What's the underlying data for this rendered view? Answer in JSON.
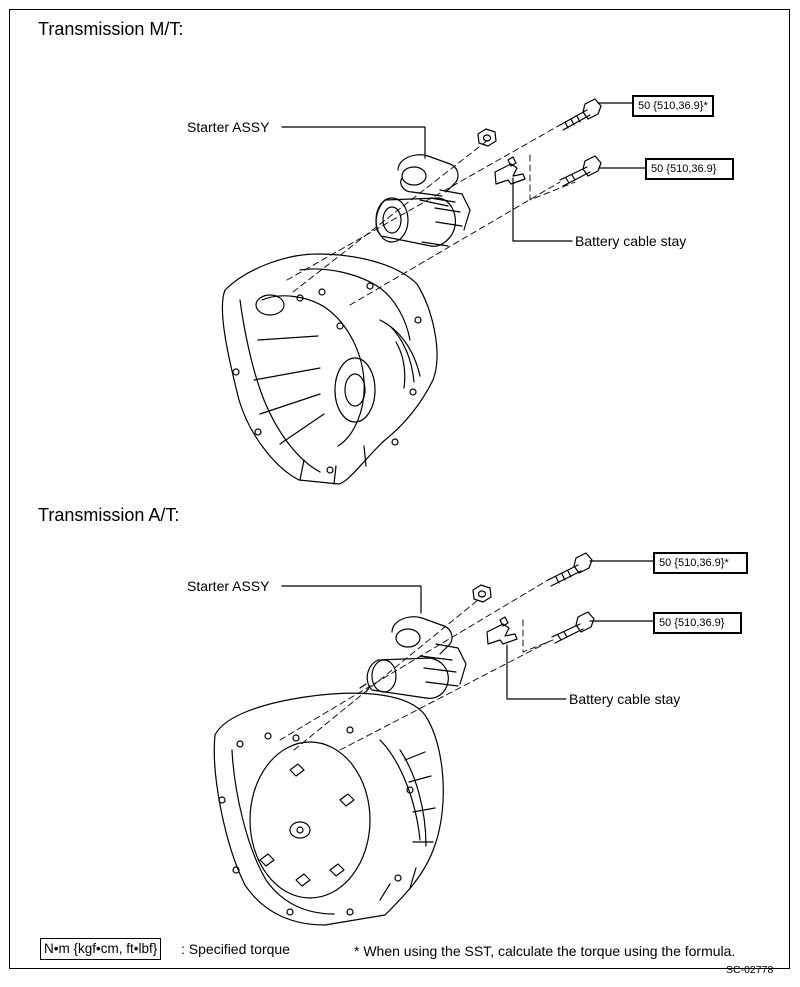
{
  "sections": {
    "mt": {
      "title": "Transmission M/T:",
      "starter_label": "Starter ASSY",
      "battery_label": "Battery cable stay",
      "torque_top": "50 {510,36.9}*",
      "torque_bottom": "50 {510,36.9}"
    },
    "at": {
      "title": "Transmission A/T:",
      "starter_label": "Starter ASSY",
      "battery_label": "Battery cable stay",
      "torque_top": "50 {510,36.9}*",
      "torque_bottom": "50 {510,36.9}"
    }
  },
  "legend": {
    "unit_box": "N•m {kgf•cm, ft•lbf}",
    "unit_desc": ": Specified torque",
    "note": "* When using the SST, calculate the torque using the formula."
  },
  "figure_code": "SC-02778"
}
